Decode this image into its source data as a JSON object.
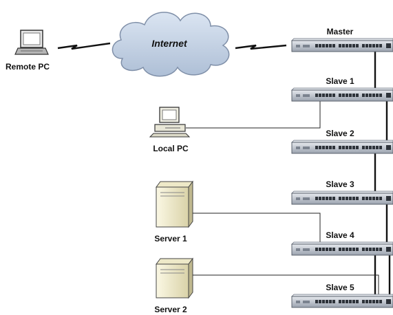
{
  "devices": {
    "remote_pc": "Remote PC",
    "local_pc": "Local PC",
    "server_1": "Server 1",
    "server_2": "Server 2"
  },
  "cloud": {
    "label": "Internet"
  },
  "switches": [
    {
      "key": "master",
      "label": "Master"
    },
    {
      "key": "slave-1",
      "label": "Slave 1"
    },
    {
      "key": "slave-2",
      "label": "Slave 2"
    },
    {
      "key": "slave-3",
      "label": "Slave 3"
    },
    {
      "key": "slave-4",
      "label": "Slave 4"
    },
    {
      "key": "slave-5",
      "label": "Slave 5"
    }
  ],
  "colors": {
    "cloud_fill": "#c6d4e6",
    "cloud_stroke": "#8b9bb4",
    "switch_face": "#c9ced6",
    "switch_dark": "#6e7683",
    "cable": "#111111",
    "link": "#555555"
  }
}
